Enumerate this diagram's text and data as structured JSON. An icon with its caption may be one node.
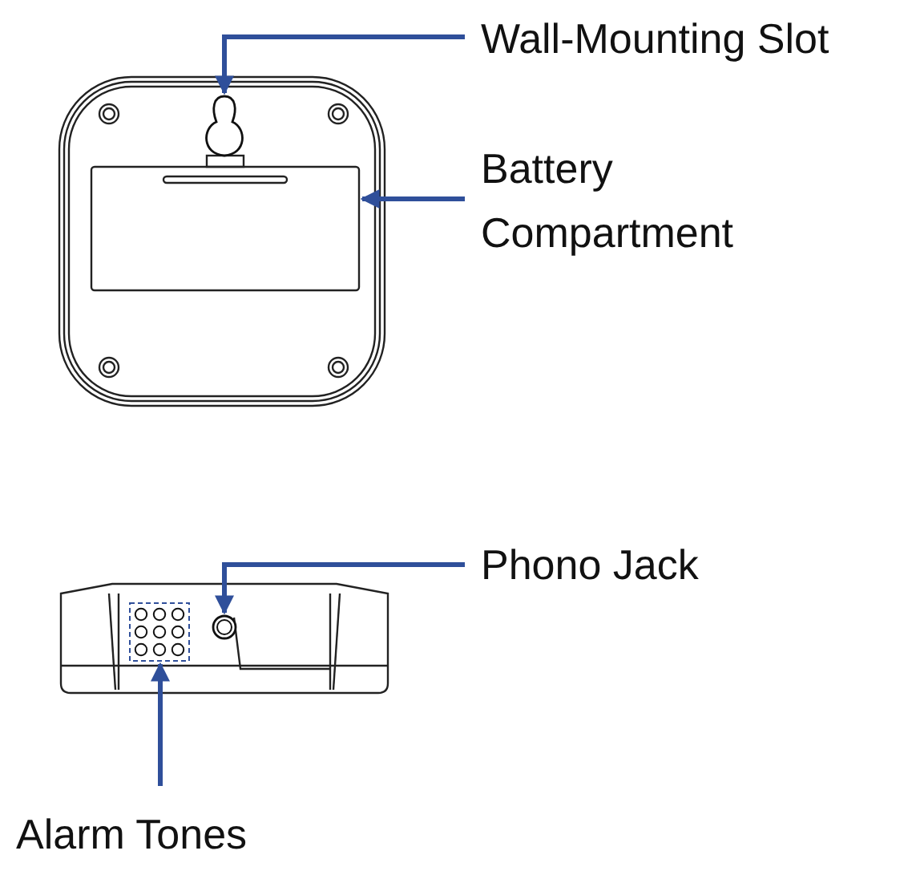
{
  "diagram": {
    "nodes": [
      {
        "text": [
          "Wall-Mounting Slot"
        ]
      },
      {
        "text": [
          "Battery Compartment"
        ]
      },
      {
        "text": [
          "Phono Jack"
        ]
      },
      {
        "text": [
          "Alarm Tones"
        ]
      },
      {
        "text": [],
        "shape": "picture"
      },
      {
        "text": [],
        "shape": "box"
      },
      {
        "text": [],
        "shape": "circle"
      },
      {
        "text": [],
        "shape": "box"
      }
    ],
    "edges": [
      {
        "from": 0,
        "to": 4,
        "arrow": "to"
      },
      {
        "from": 1,
        "to": 5,
        "arrow": "to"
      },
      {
        "from": 2,
        "to": 6,
        "arrow": "to"
      },
      {
        "from": 3,
        "to": 7,
        "arrow": "to"
      }
    ]
  }
}
